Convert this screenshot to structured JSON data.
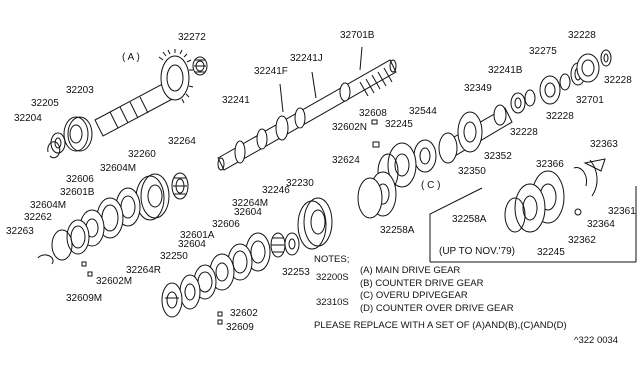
{
  "part_labels": {
    "p32272": "32272",
    "p32203": "32203",
    "p32205": "32205",
    "p32204": "32204",
    "p32241": "32241",
    "p32241F": "32241F",
    "p32241J": "32241J",
    "p32701B": "32701B",
    "p32241B": "32241B",
    "p32275": "32275",
    "p32228a": "32228",
    "p32228b": "32228",
    "p32228c": "32228",
    "p32228d": "32228",
    "p32701": "32701",
    "p32349": "32349",
    "p32608": "32608",
    "p32602N": "32602N",
    "p32544": "32544",
    "p32245a": "32245",
    "p32352": "32352",
    "p32350": "32350",
    "p32624": "32624",
    "p32363": "32363",
    "p32366": "32366",
    "p32361": "32361",
    "p32364": "32364",
    "p32362": "32362",
    "p32245b": "32245",
    "p32258Aa": "32258A",
    "p32258Ab": "32258A",
    "p32260": "32260",
    "p32264": "32264",
    "p32606a": "32606",
    "p32604Ma": "32604M",
    "p32601B": "32601B",
    "p32604Mb": "32604M",
    "p32262": "32262",
    "p32263": "32263",
    "p32602M": "32602M",
    "p32609M": "32609M",
    "p32230": "32230",
    "p32246": "32246",
    "p32264M": "32264M",
    "p32604a": "32604",
    "p32606b": "32606",
    "p32601A": "32601A",
    "p32604b": "32604",
    "p32250": "32250",
    "p32264R": "32264R",
    "p32253": "32253",
    "p32602": "32602",
    "p32609": "32609"
  },
  "callouts": {
    "A": "( A )",
    "C": "( C )"
  },
  "inset_caption": "(UP TO NOV.'79)",
  "notes": {
    "heading": "NOTES;",
    "code_32200S": "32200S",
    "code_32310S": "32310S",
    "a": "(A) MAIN DRIVE GEAR",
    "b": "(B) COUNTER DRIVE GEAR",
    "c": "(C) OVERU DPIVEGEAR",
    "d": "(D) COUNTER OVER DRIVE GEAR",
    "replace": "PLEASE REPLACE WITH A SET OF (A)AND(B),(C)AND(D)"
  },
  "footer_code": "^322  0034"
}
